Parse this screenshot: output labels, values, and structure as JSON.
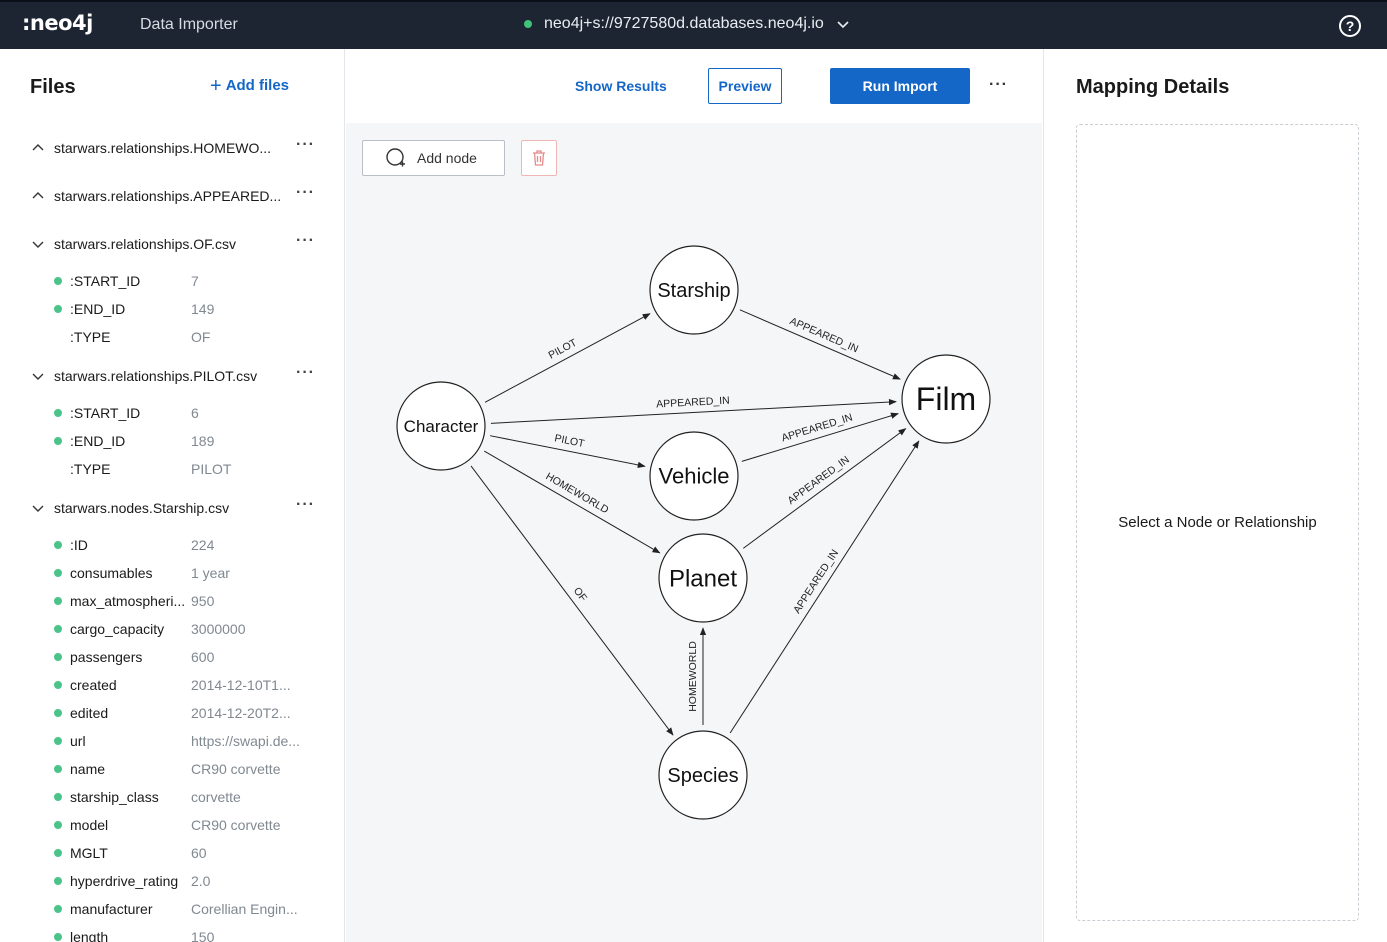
{
  "topbar": {
    "logo": ":neo4j",
    "app_title": "Data Importer",
    "connection": "neo4j+s://9727580d.databases.neo4j.io",
    "help_icon": "help-circle-icon"
  },
  "files_panel": {
    "title": "Files",
    "add_files_label": "Add files",
    "files": [
      {
        "name": "starwars.relationships.HOMEWO...",
        "expanded": false
      },
      {
        "name": "starwars.relationships.APPEARED...",
        "expanded": false
      },
      {
        "name": "starwars.relationships.OF.csv",
        "expanded": true,
        "fields": [
          {
            "key": ":START_ID",
            "value": "7",
            "mapped": true
          },
          {
            "key": ":END_ID",
            "value": "149",
            "mapped": true
          },
          {
            "key": ":TYPE",
            "value": "OF",
            "mapped": false
          }
        ]
      },
      {
        "name": "starwars.relationships.PILOT.csv",
        "expanded": true,
        "fields": [
          {
            "key": ":START_ID",
            "value": "6",
            "mapped": true
          },
          {
            "key": ":END_ID",
            "value": "189",
            "mapped": true
          },
          {
            "key": ":TYPE",
            "value": "PILOT",
            "mapped": false
          }
        ]
      },
      {
        "name": "starwars.nodes.Starship.csv",
        "expanded": true,
        "fields": [
          {
            "key": ":ID",
            "value": "224",
            "mapped": true
          },
          {
            "key": "consumables",
            "value": "1 year",
            "mapped": true
          },
          {
            "key": "max_atmospheri...",
            "value": "950",
            "mapped": true
          },
          {
            "key": "cargo_capacity",
            "value": "3000000",
            "mapped": true
          },
          {
            "key": "passengers",
            "value": "600",
            "mapped": true
          },
          {
            "key": "created",
            "value": "2014-12-10T1...",
            "mapped": true
          },
          {
            "key": "edited",
            "value": "2014-12-20T2...",
            "mapped": true
          },
          {
            "key": "url",
            "value": "https://swapi.de...",
            "mapped": true
          },
          {
            "key": "name",
            "value": "CR90 corvette",
            "mapped": true
          },
          {
            "key": "starship_class",
            "value": "corvette",
            "mapped": true
          },
          {
            "key": "model",
            "value": "CR90 corvette",
            "mapped": true
          },
          {
            "key": "MGLT",
            "value": "60",
            "mapped": true
          },
          {
            "key": "hyperdrive_rating",
            "value": "2.0",
            "mapped": true
          },
          {
            "key": "manufacturer",
            "value": "Corellian Engin...",
            "mapped": true
          },
          {
            "key": "length",
            "value": "150",
            "mapped": true
          }
        ]
      }
    ]
  },
  "toolbar": {
    "show_results": "Show Results",
    "preview": "Preview",
    "run_import": "Run Import",
    "more": "..."
  },
  "canvas": {
    "add_node": "Add node",
    "nodes": [
      {
        "id": "starship",
        "label": "Starship"
      },
      {
        "id": "film",
        "label": "Film"
      },
      {
        "id": "character",
        "label": "Character"
      },
      {
        "id": "vehicle",
        "label": "Vehicle"
      },
      {
        "id": "planet",
        "label": "Planet"
      },
      {
        "id": "species",
        "label": "Species"
      }
    ],
    "relationships": [
      {
        "from": "character",
        "to": "starship",
        "label": "PILOT"
      },
      {
        "from": "starship",
        "to": "film",
        "label": "APPEARED_IN"
      },
      {
        "from": "character",
        "to": "film",
        "label": "APPEARED_IN"
      },
      {
        "from": "character",
        "to": "vehicle",
        "label": "PILOT"
      },
      {
        "from": "vehicle",
        "to": "film",
        "label": "APPEARED_IN"
      },
      {
        "from": "character",
        "to": "planet",
        "label": "HOMEWORLD"
      },
      {
        "from": "planet",
        "to": "film",
        "label": "APPEARED_IN"
      },
      {
        "from": "character",
        "to": "species",
        "label": "OF"
      },
      {
        "from": "species",
        "to": "planet",
        "label": "HOMEWORLD"
      },
      {
        "from": "species",
        "to": "film",
        "label": "APPEARED_IN"
      }
    ]
  },
  "mapping_panel": {
    "title": "Mapping Details",
    "empty_message": "Select a Node or Relationship"
  }
}
